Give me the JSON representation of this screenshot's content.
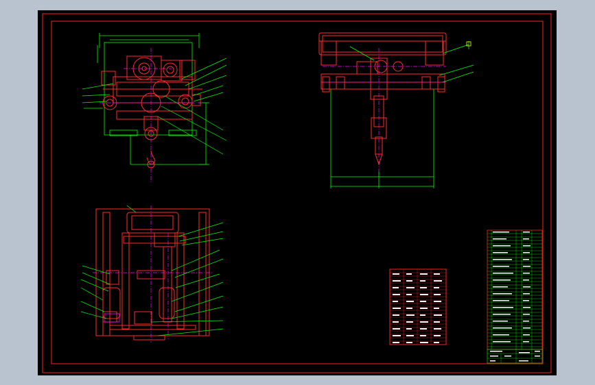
{
  "colors": {
    "app_bg": "#b9c3cf",
    "sheet_bg": "#000000",
    "frame": "#ff2020",
    "dim": "#00ff00",
    "leader": "#00ff00",
    "part": "#ff2a2a",
    "center": "#ff00ff",
    "table_text": "#ffffff",
    "yellow": "#ffff00"
  },
  "drawing": {
    "views": [
      "front-view",
      "side-view",
      "plan-view"
    ],
    "bom_table": {
      "rows": 34,
      "columns": 5
    },
    "param_table": {
      "rows": 24,
      "columns": 4
    }
  }
}
